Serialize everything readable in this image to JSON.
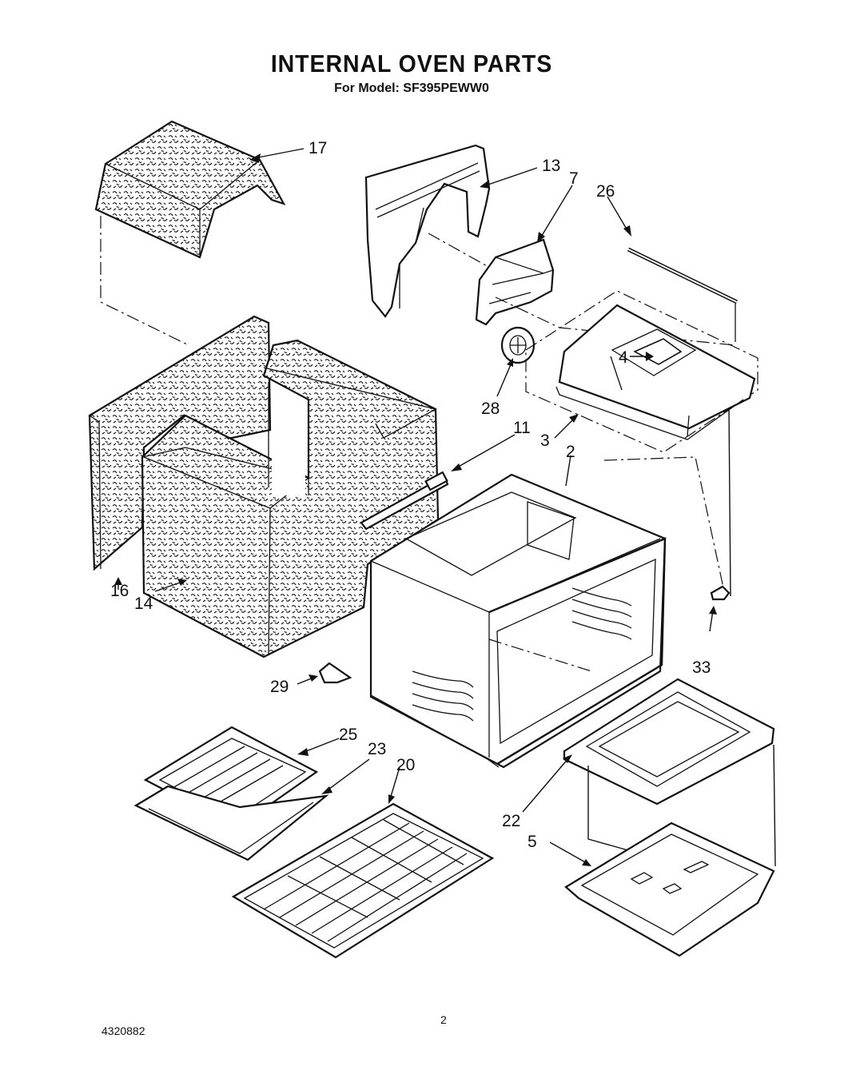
{
  "header": {
    "title": "INTERNAL OVEN PARTS",
    "subtitle": "For Model: SF395PEWW0"
  },
  "footer": {
    "doc_number": "4320882",
    "page_number": "2"
  },
  "callouts": {
    "c17": "17",
    "c13": "13",
    "c7": "7",
    "c26": "26",
    "c4": "4",
    "c28": "28",
    "c3": "3",
    "c11": "11",
    "c2": "2",
    "c16": "16",
    "c14": "14",
    "c33": "33",
    "c29": "29",
    "c25": "25",
    "c23": "23",
    "c20": "20",
    "c22": "22",
    "c5": "5"
  }
}
